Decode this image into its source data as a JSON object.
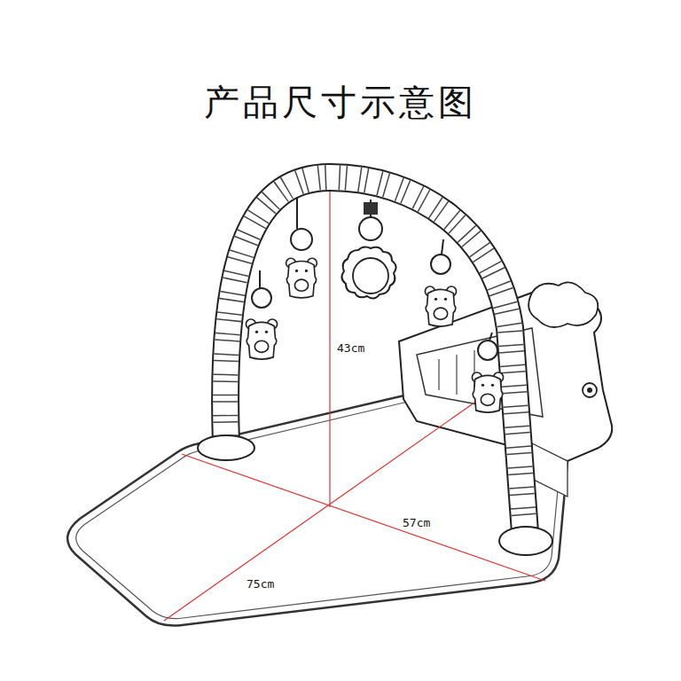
{
  "diagram": {
    "title": "产品尺寸示意图",
    "labels": [
      "43cm",
      "57cm",
      "75cm"
    ]
  }
}
